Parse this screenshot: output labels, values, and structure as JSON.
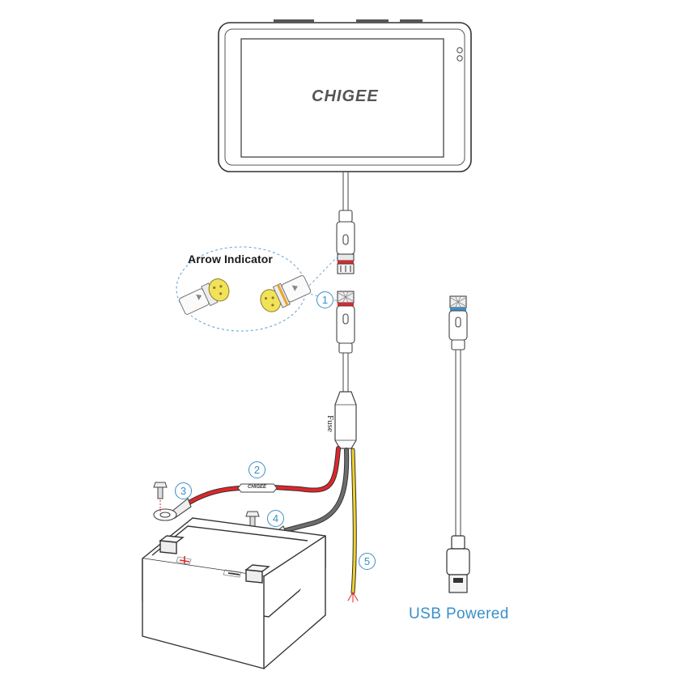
{
  "display": {
    "brand": "CHIGEE"
  },
  "labels": {
    "arrow_indicator": "Arrow Indicator",
    "usb_powered": "USB Powered",
    "fuse": "Fuse",
    "inline_fuse_brand": "CHIGEE"
  },
  "callouts": [
    "1",
    "2",
    "3",
    "4",
    "5"
  ],
  "colors": {
    "callout": "#3a8fc7",
    "red_wire": "#e0262a",
    "gray_wire": "#6d6d6d",
    "yellow_wire": "#f0d22a",
    "outline": "#333333",
    "indicator_ring": "#3a8fc7"
  }
}
